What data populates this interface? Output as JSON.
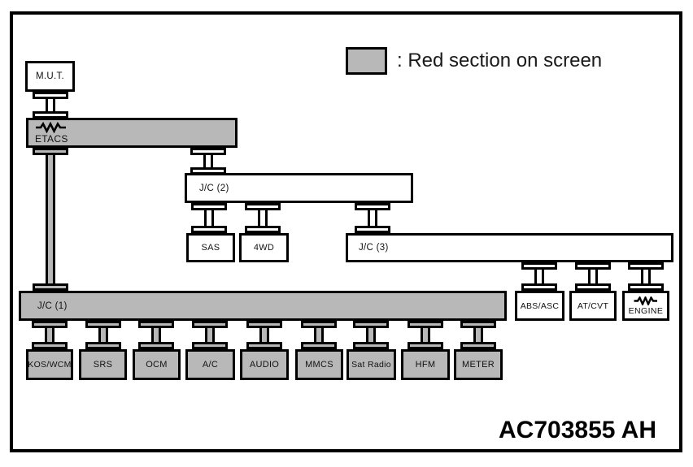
{
  "colors": {
    "red_section_fill": "#b8b8b8",
    "line": "#000000",
    "background": "#ffffff"
  },
  "legend": {
    "label": ": Red section on screen"
  },
  "figure_code": "AC703855 AH",
  "buses": {
    "etacs": {
      "label": "ETACS",
      "highlighted": true,
      "has_resistor": true
    },
    "jc2": {
      "label": "J/C (2)",
      "highlighted": false
    },
    "jc3": {
      "label": "J/C (3)",
      "highlighted": false
    },
    "jc1": {
      "label": "J/C (1)",
      "highlighted": true
    }
  },
  "modules": {
    "mut": {
      "label": "M.U.T.",
      "highlighted": false
    },
    "sas": {
      "label": "SAS",
      "highlighted": false
    },
    "fourwd": {
      "label": "4WD",
      "highlighted": false
    },
    "abs_asc": {
      "label": "ABS/ASC",
      "highlighted": false
    },
    "at_cvt": {
      "label": "AT/CVT",
      "highlighted": false
    },
    "engine": {
      "label": "ENGINE",
      "highlighted": false,
      "has_resistor": true
    },
    "bottom": [
      {
        "label": "KOS/WCM",
        "highlighted": true
      },
      {
        "label": "SRS",
        "highlighted": true
      },
      {
        "label": "OCM",
        "highlighted": true
      },
      {
        "label": "A/C",
        "highlighted": true
      },
      {
        "label": "AUDIO",
        "highlighted": true
      },
      {
        "label": "MMCS",
        "highlighted": true
      },
      {
        "label": "Sat Radio",
        "highlighted": true
      },
      {
        "label": "HFM",
        "highlighted": true
      },
      {
        "label": "METER",
        "highlighted": true
      }
    ]
  },
  "connections": [
    {
      "from": "M.U.T.",
      "to": "ETACS"
    },
    {
      "from": "ETACS",
      "to": "J/C (1)"
    },
    {
      "from": "ETACS",
      "to": "J/C (2)"
    },
    {
      "from": "J/C (2)",
      "to": "SAS"
    },
    {
      "from": "J/C (2)",
      "to": "4WD"
    },
    {
      "from": "J/C (2)",
      "to": "J/C (3)"
    },
    {
      "from": "J/C (3)",
      "to": "ABS/ASC"
    },
    {
      "from": "J/C (3)",
      "to": "AT/CVT"
    },
    {
      "from": "J/C (3)",
      "to": "ENGINE"
    },
    {
      "from": "J/C (1)",
      "to": "KOS/WCM"
    },
    {
      "from": "J/C (1)",
      "to": "SRS"
    },
    {
      "from": "J/C (1)",
      "to": "OCM"
    },
    {
      "from": "J/C (1)",
      "to": "A/C"
    },
    {
      "from": "J/C (1)",
      "to": "AUDIO"
    },
    {
      "from": "J/C (1)",
      "to": "MMCS"
    },
    {
      "from": "J/C (1)",
      "to": "Sat Radio"
    },
    {
      "from": "J/C (1)",
      "to": "HFM"
    },
    {
      "from": "J/C (1)",
      "to": "METER"
    }
  ]
}
